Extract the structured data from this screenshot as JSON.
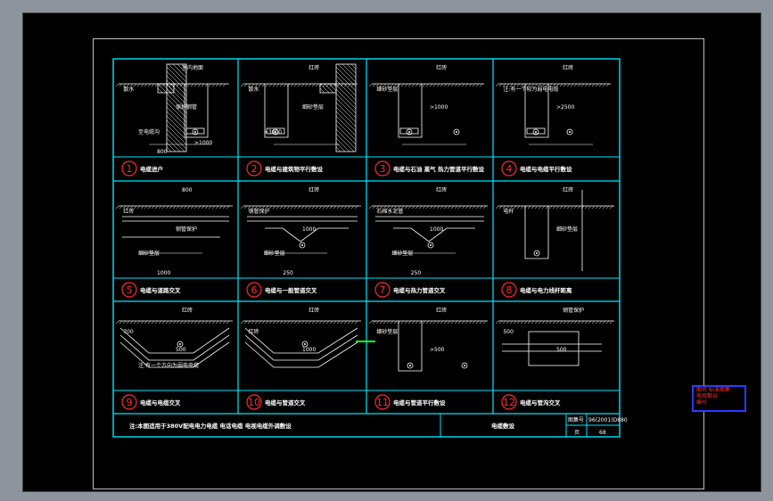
{
  "panels": [
    {
      "num": "1",
      "caption": "电缆进户",
      "labels": [
        "室内地面",
        "散水",
        "保护钢管",
        "至电缆沟",
        "800",
        ">1000"
      ]
    },
    {
      "num": "2",
      "caption": "电缆与建筑物平行敷设",
      "labels": [
        "红砖",
        "散水",
        "细砂垫层",
        ">3000"
      ]
    },
    {
      "num": "3",
      "caption": "电缆与石油 蒸气 热力管道平行敷设",
      "labels": [
        "红砖",
        "细砂垫层",
        ">1000"
      ]
    },
    {
      "num": "4",
      "caption": "电缆与电缆平行敷设",
      "labels": [
        "红砖",
        "注:有一个较为弱电电缆",
        ">2500"
      ]
    },
    {
      "num": "5",
      "caption": "电缆与道路交叉",
      "labels": [
        "800",
        "红砖",
        "钢管保护",
        "细砂垫层",
        "1000"
      ]
    },
    {
      "num": "6",
      "caption": "电缆与一般管道交叉",
      "labels": [
        "红砖",
        "钢管保护",
        "1000",
        "细砂垫层",
        "250"
      ]
    },
    {
      "num": "7",
      "caption": "电缆与热力管道交叉",
      "labels": [
        "红砖",
        "石棉水泥管",
        "1000",
        "细砂垫层",
        "250"
      ]
    },
    {
      "num": "8",
      "caption": "电缆与电力线杆距离",
      "labels": [
        "红砖",
        "电杆",
        "细砂垫层"
      ]
    },
    {
      "num": "9",
      "caption": "电缆与电缆交叉",
      "labels": [
        "红砖",
        "700",
        "500",
        "注:有一个方向为弱电电缆"
      ]
    },
    {
      "num": "10",
      "caption": "电缆与管道交叉",
      "labels": [
        "红砖",
        "红砖",
        "1000"
      ]
    },
    {
      "num": "11",
      "caption": "电缆与管道平行敷设",
      "labels": [
        "红砖",
        "细砂垫层",
        ">500"
      ]
    },
    {
      "num": "12",
      "caption": "电缆与管沟交叉",
      "labels": [
        "钢管保护",
        "500",
        "500"
      ]
    }
  ],
  "title_block": {
    "note": "注:本图适用于380V配电电力电缆 电话电缆 电视电缆外调敷设",
    "drawing_title": "电缆敷设",
    "drawing_no_label": "图集号",
    "drawing_no": "96(2001)D880",
    "page_label": "页",
    "page_no": "68"
  },
  "stamp": {
    "lines": [
      "图名 标准图集",
      "电缆敷设",
      "编号"
    ]
  },
  "colors": {
    "grid": "#00e5ff",
    "line": "#ffffff",
    "accent": "#ff2b2b",
    "bg": "#000000",
    "outer_bg": "#8e949c"
  }
}
